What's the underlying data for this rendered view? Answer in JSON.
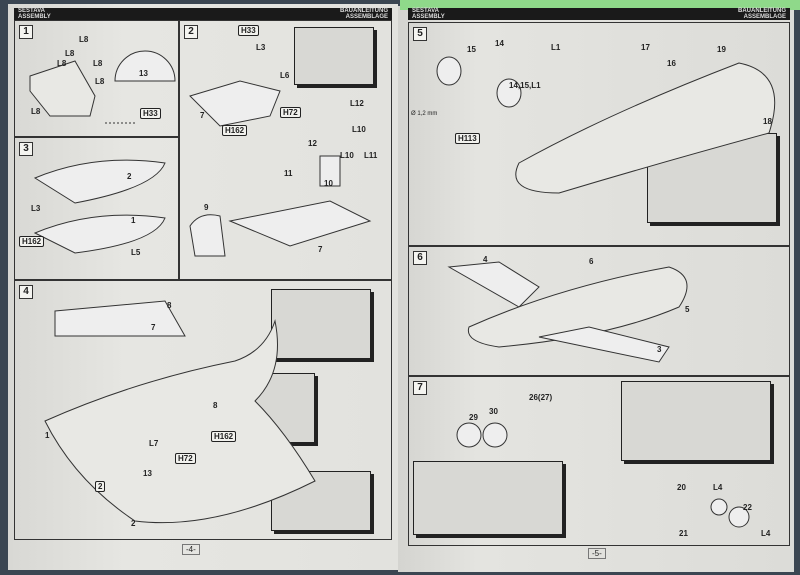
{
  "header": {
    "left_line1": "SESTAVA",
    "left_line2": "ASSEMBLY",
    "right_line1": "BAUANLEITUNG",
    "right_line2": "ASSEMBLAGE"
  },
  "left_page": {
    "page_number": "-4-",
    "step1": {
      "number": "1",
      "labels": [
        "L8",
        "L8",
        "L8",
        "L8",
        "L8",
        "L8",
        "13",
        "H33"
      ]
    },
    "step2": {
      "number": "2",
      "labels": [
        "H33",
        "L3",
        "L6",
        "7",
        "H162",
        "H72",
        "L12",
        "L10",
        "12",
        "L10",
        "L11",
        "11",
        "10",
        "9",
        "7"
      ]
    },
    "step3": {
      "number": "3",
      "labels": [
        "2",
        "L3",
        "1",
        "H162",
        "L5"
      ]
    },
    "step4": {
      "number": "4",
      "labels": [
        "8",
        "7",
        "8",
        "1",
        "L7",
        "H72",
        "H162",
        "13",
        "2",
        "2"
      ]
    }
  },
  "right_page": {
    "page_number": "-5-",
    "step5": {
      "number": "5",
      "labels": [
        "15",
        "14",
        "L1",
        "17",
        "19",
        "16",
        "14,15,L1",
        "Ø 1,2 mm",
        "H113",
        "18"
      ]
    },
    "step6": {
      "number": "6",
      "labels": [
        "4",
        "6",
        "5",
        "3"
      ]
    },
    "step7": {
      "number": "7",
      "labels": [
        "26(27)",
        "30",
        "29",
        "20",
        "L4",
        "22",
        "21",
        "L4"
      ]
    }
  }
}
